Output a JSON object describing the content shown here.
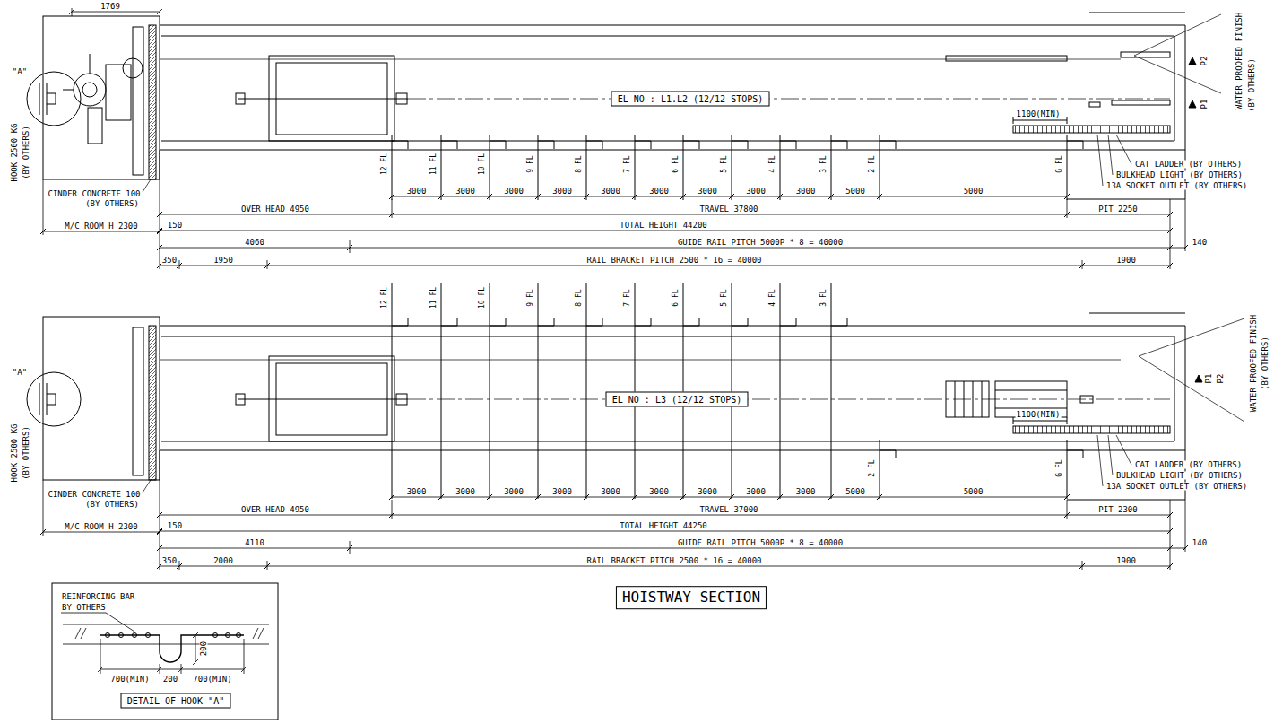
{
  "diagram": {
    "title": "HOISTWAY SECTION",
    "nodes": [
      {
        "text": [
          "EL NO : L1.L2 (12/12 STOPS)"
        ]
      },
      {
        "text": [
          "EL NO : L3 (12/12 STOPS)"
        ]
      },
      {
        "text": [
          "DETAIL OF HOOK \"A\""
        ]
      }
    ],
    "labels": [
      "1769",
      "\"A\"",
      "HOOK 2500 KG",
      "(BY OTHERS)",
      "CINDER CONCRETE 100",
      "(BY OTHERS)",
      "M/C ROOM H 2300",
      "12 FL",
      "11 FL",
      "10 FL",
      "9 FL",
      "8 FL",
      "7 FL",
      "6 FL",
      "5 FL",
      "4 FL",
      "3 FL",
      "2 FL",
      "G FL",
      "WATER PROOFED FINISH",
      "(BY OTHERS)",
      "P2",
      "P1",
      "1100(MIN)",
      "CAT LADDER (BY OTHERS)",
      "BULKHEAD LIGHT (BY OTHERS)",
      "13A SOCKET OUTLET (BY OTHERS)",
      "3000",
      "3000",
      "3000",
      "3000",
      "3000",
      "3000",
      "3000",
      "3000",
      "3000",
      "5000",
      "5000",
      "OVER HEAD 4950",
      "TRAVEL 37800",
      "PIT 2250",
      "150",
      "TOTAL HEIGHT 44200",
      "4060",
      "GUIDE RAIL PITCH 5000P * 8 = 40000",
      "140",
      "350",
      "1950",
      "RAIL BRACKET PITCH 2500 * 16 = 40000",
      "1900",
      "\"A\"",
      "HOOK 2500 KG",
      "(BY OTHERS)",
      "CINDER CONCRETE 100",
      "(BY OTHERS)",
      "M/C ROOM H 2300",
      "12 FL",
      "11 FL",
      "10 FL",
      "9 FL",
      "8 FL",
      "7 FL",
      "6 FL",
      "5 FL",
      "4 FL",
      "3 FL",
      "2 FL",
      "G FL",
      "WATER PROOFED FINISH",
      "(BY OTHERS)",
      "P1",
      "P2",
      "1100(MIN)",
      "CAT LADDER (BY OTHERS)",
      "BULKHEAD LIGHT (BY OTHERS)",
      "13A SOCKET OUTLET (BY OTHERS)",
      "3000",
      "3000",
      "3000",
      "3000",
      "3000",
      "3000",
      "3000",
      "3000",
      "3000",
      "5000",
      "5000",
      "OVER HEAD 4950",
      "TRAVEL 37000",
      "PIT 2300",
      "150",
      "TOTAL HEIGHT 44250",
      "4110",
      "GUIDE RAIL PITCH 5000P * 8 = 40000",
      "140",
      "350",
      "2000",
      "RAIL BRACKET PITCH 2500 * 16 = 40000",
      "1900",
      "REINFORCING BAR",
      "BY OTHERS",
      "200",
      "700(MIN)",
      "200",
      "700(MIN)"
    ]
  }
}
